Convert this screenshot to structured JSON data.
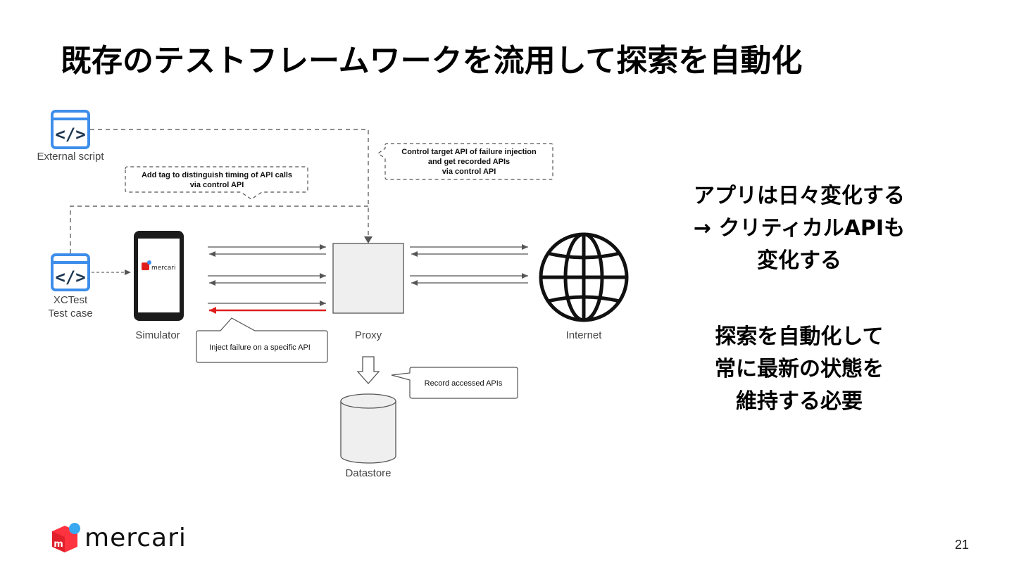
{
  "slide": {
    "title": "既存のテストフレームワークを流用して探索を自動化",
    "page_number": "21"
  },
  "diagram": {
    "external_script_label": "External script",
    "xctest_label_1": "XCTest",
    "xctest_label_2": "Test case",
    "simulator_label": "Simulator",
    "proxy_label": "Proxy",
    "internet_label": "Internet",
    "datastore_label": "Datastore",
    "app_name": "mercari",
    "note_tag_1": "Add tag to distinguish timing of API calls",
    "note_tag_2": "via control API",
    "note_control_1": "Control target API of failure injection",
    "note_control_2": "and  get recorded APIs",
    "note_control_3": "via control API",
    "note_inject": "Inject failure on a specific API",
    "note_record": "Record accessed APIs",
    "icon_code": "</>",
    "accent_color": "#3d8eea",
    "failure_color": "#e01e1e"
  },
  "side_text": {
    "line1": "アプリは日々変化する",
    "line2": "→ クリティカルAPIも",
    "line3": "変化する",
    "line4": "探索を自動化して",
    "line5": "常に最新の状態を",
    "line6": "維持する必要"
  },
  "footer": {
    "brand": "mercari"
  }
}
